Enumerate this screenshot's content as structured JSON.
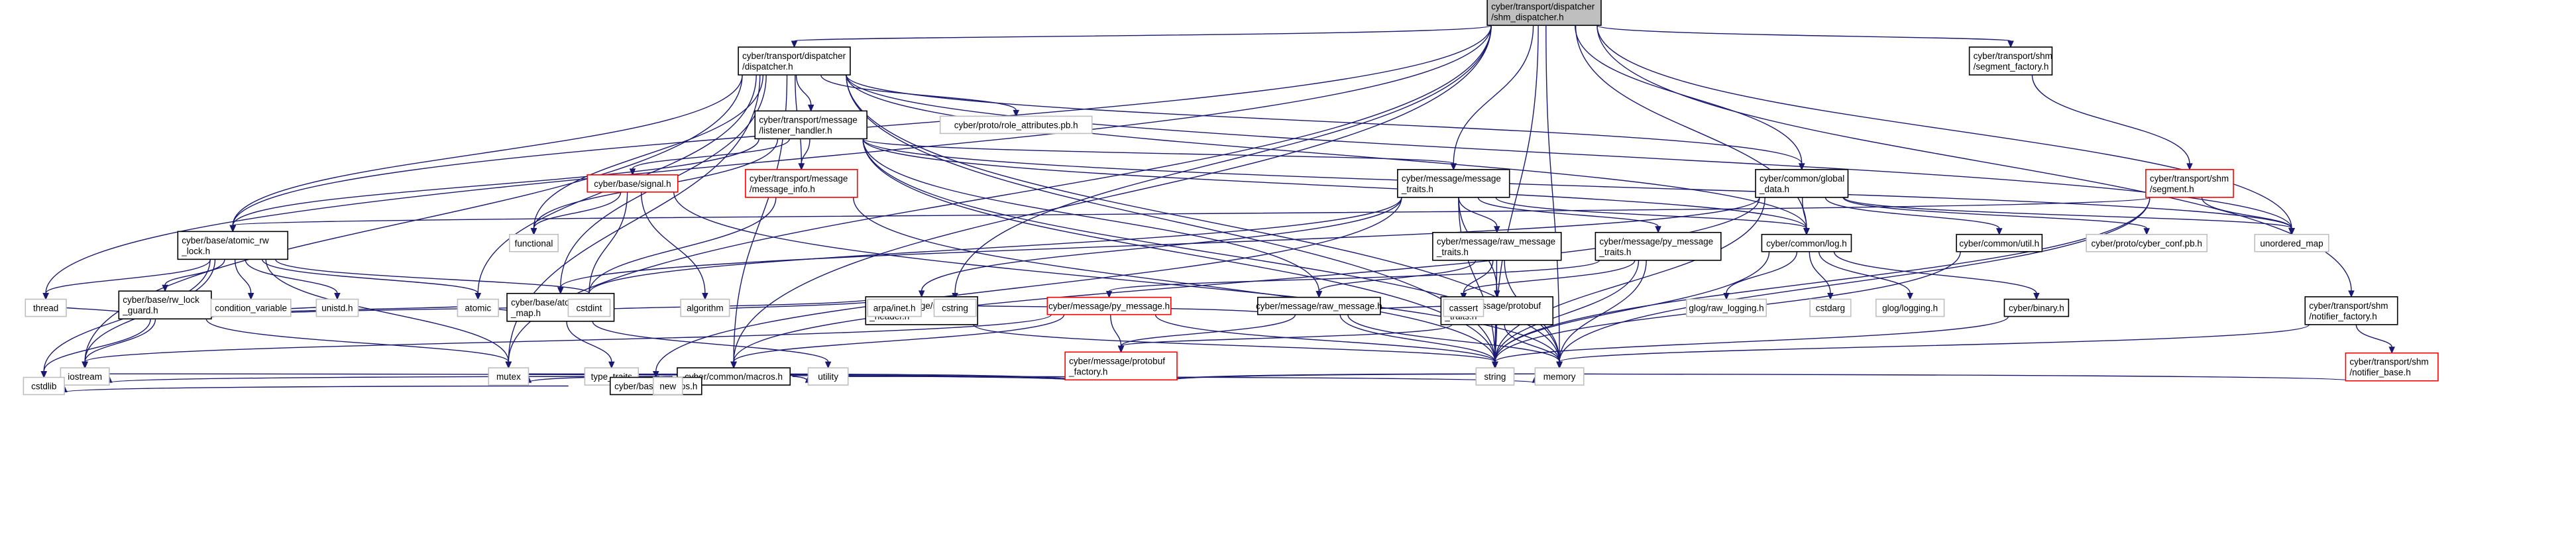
{
  "colors": {
    "edge": "#191970",
    "node_border_default": "#000000",
    "node_border_incomplete": "#ff0000",
    "root_fill": "#bfbfbf",
    "node_fill": "#ffffff",
    "leaf_border": "#bfbfbf"
  },
  "nodes": [
    {
      "id": "root",
      "lines": [
        "cyber/transport/dispatcher",
        "/shm_dispatcher.h"
      ],
      "style": "root"
    },
    {
      "id": "dispatcher",
      "lines": [
        "cyber/transport/dispatcher",
        "/dispatcher.h"
      ],
      "style": "box"
    },
    {
      "id": "segment_factory",
      "lines": [
        "cyber/transport/shm",
        "/segment_factory.h"
      ],
      "style": "box"
    },
    {
      "id": "listener_handler",
      "lines": [
        "cyber/transport/message",
        "/listener_handler.h"
      ],
      "style": "box"
    },
    {
      "id": "role_attributes",
      "lines": [
        "cyber/proto/role_attributes.pb.h"
      ],
      "style": "leaf"
    },
    {
      "id": "signal",
      "lines": [
        "cyber/base/signal.h"
      ],
      "style": "red"
    },
    {
      "id": "message_info",
      "lines": [
        "cyber/transport/message",
        "/message_info.h"
      ],
      "style": "red"
    },
    {
      "id": "message_traits",
      "lines": [
        "cyber/message/message",
        "_traits.h"
      ],
      "style": "box"
    },
    {
      "id": "global_data",
      "lines": [
        "cyber/common/global",
        "_data.h"
      ],
      "style": "box"
    },
    {
      "id": "segment",
      "lines": [
        "cyber/transport/shm",
        "/segment.h"
      ],
      "style": "red"
    },
    {
      "id": "atomic_rw_lock",
      "lines": [
        "cyber/base/atomic_rw",
        "_lock.h"
      ],
      "style": "box"
    },
    {
      "id": "functional",
      "lines": [
        "functional"
      ],
      "style": "leaf"
    },
    {
      "id": "raw_message_traits",
      "lines": [
        "cyber/message/raw_message",
        "_traits.h"
      ],
      "style": "box"
    },
    {
      "id": "py_message_traits",
      "lines": [
        "cyber/message/py_message",
        "_traits.h"
      ],
      "style": "box"
    },
    {
      "id": "log",
      "lines": [
        "cyber/common/log.h"
      ],
      "style": "box"
    },
    {
      "id": "util",
      "lines": [
        "cyber/common/util.h"
      ],
      "style": "box"
    },
    {
      "id": "cyber_conf",
      "lines": [
        "cyber/proto/cyber_conf.pb.h"
      ],
      "style": "leaf"
    },
    {
      "id": "unordered_map",
      "lines": [
        "unordered_map"
      ],
      "style": "leaf"
    },
    {
      "id": "rw_lock_guard",
      "lines": [
        "cyber/base/rw_lock",
        "_guard.h"
      ],
      "style": "box"
    },
    {
      "id": "atomic_hash_map",
      "lines": [
        "cyber/base/atomic_hash",
        "_map.h"
      ],
      "style": "box"
    },
    {
      "id": "message_header",
      "lines": [
        "cyber/message/message",
        "_header.h"
      ],
      "style": "box"
    },
    {
      "id": "py_message",
      "lines": [
        "cyber/message/py_message.h"
      ],
      "style": "red"
    },
    {
      "id": "raw_message",
      "lines": [
        "cyber/message/raw_message.h"
      ],
      "style": "box"
    },
    {
      "id": "protobuf_traits",
      "lines": [
        "cyber/message/protobuf",
        "_traits.h"
      ],
      "style": "box"
    },
    {
      "id": "glog_raw_logging",
      "lines": [
        "glog/raw_logging.h"
      ],
      "style": "leaf"
    },
    {
      "id": "cstdarg",
      "lines": [
        "cstdarg"
      ],
      "style": "leaf"
    },
    {
      "id": "glog_logging",
      "lines": [
        "glog/logging.h"
      ],
      "style": "leaf"
    },
    {
      "id": "binary",
      "lines": [
        "cyber/binary.h"
      ],
      "style": "box"
    },
    {
      "id": "notifier_factory",
      "lines": [
        "cyber/transport/shm",
        "/notifier_factory.h"
      ],
      "style": "box"
    },
    {
      "id": "thread",
      "lines": [
        "thread"
      ],
      "style": "leaf"
    },
    {
      "id": "condition_variable",
      "lines": [
        "condition_variable"
      ],
      "style": "leaf"
    },
    {
      "id": "unistd",
      "lines": [
        "unistd.h"
      ],
      "style": "leaf"
    },
    {
      "id": "atomic",
      "lines": [
        "atomic"
      ],
      "style": "leaf"
    },
    {
      "id": "cstdint",
      "lines": [
        "cstdint"
      ],
      "style": "leaf"
    },
    {
      "id": "algorithm",
      "lines": [
        "algorithm"
      ],
      "style": "leaf"
    },
    {
      "id": "arpa_inet",
      "lines": [
        "arpa/inet.h"
      ],
      "style": "leaf"
    },
    {
      "id": "cstring",
      "lines": [
        "cstring"
      ],
      "style": "leaf"
    },
    {
      "id": "protobuf_factory",
      "lines": [
        "cyber/message/protobuf",
        "_factory.h"
      ],
      "style": "red"
    },
    {
      "id": "casset",
      "lines": [
        "cassert"
      ],
      "style": "leaf"
    },
    {
      "id": "notifier_base",
      "lines": [
        "cyber/transport/shm",
        "/notifier_base.h"
      ],
      "style": "red"
    },
    {
      "id": "macros_common",
      "lines": [
        "cyber/common/macros.h"
      ],
      "style": "box"
    },
    {
      "id": "string",
      "lines": [
        "string"
      ],
      "style": "leaf"
    },
    {
      "id": "iostream",
      "lines": [
        "iostream"
      ],
      "style": "leaf"
    },
    {
      "id": "mutex",
      "lines": [
        "mutex"
      ],
      "style": "leaf"
    },
    {
      "id": "type_traits",
      "lines": [
        "type_traits"
      ],
      "style": "leaf"
    },
    {
      "id": "macros_base",
      "lines": [
        "cyber/base/macros.h"
      ],
      "style": "box"
    },
    {
      "id": "utility",
      "lines": [
        "utility"
      ],
      "style": "leaf"
    },
    {
      "id": "memory",
      "lines": [
        "memory"
      ],
      "style": "leaf"
    },
    {
      "id": "cstdlib",
      "lines": [
        "cstdlib"
      ],
      "style": "leaf"
    },
    {
      "id": "new",
      "lines": [
        "new"
      ],
      "style": "leaf"
    }
  ],
  "edges": [
    [
      "root",
      "dispatcher"
    ],
    [
      "root",
      "segment_factory"
    ],
    [
      "root",
      "notifier_factory"
    ],
    [
      "root",
      "message_traits"
    ],
    [
      "root",
      "global_data"
    ],
    [
      "root",
      "atomic_rw_lock"
    ],
    [
      "root",
      "log"
    ],
    [
      "root",
      "unordered_map"
    ],
    [
      "root",
      "thread"
    ],
    [
      "root",
      "cstring"
    ],
    [
      "root",
      "string"
    ],
    [
      "root",
      "mutex"
    ],
    [
      "root",
      "memory"
    ],
    [
      "root",
      "macros_common"
    ],
    [
      "dispatcher",
      "listener_handler"
    ],
    [
      "dispatcher",
      "role_attributes"
    ],
    [
      "dispatcher",
      "message_info"
    ],
    [
      "dispatcher",
      "global_data"
    ],
    [
      "dispatcher",
      "atomic_rw_lock"
    ],
    [
      "dispatcher",
      "atomic_hash_map"
    ],
    [
      "dispatcher",
      "functional"
    ],
    [
      "dispatcher",
      "log"
    ],
    [
      "dispatcher",
      "unordered_map"
    ],
    [
      "dispatcher",
      "atomic"
    ],
    [
      "dispatcher",
      "mutex"
    ],
    [
      "dispatcher",
      "memory"
    ],
    [
      "dispatcher",
      "string"
    ],
    [
      "dispatcher",
      "iostream"
    ],
    [
      "dispatcher",
      "macros_common"
    ],
    [
      "segment_factory",
      "segment"
    ],
    [
      "listener_handler",
      "signal"
    ],
    [
      "listener_handler",
      "message_info"
    ],
    [
      "listener_handler",
      "message_traits"
    ],
    [
      "listener_handler",
      "atomic_rw_lock"
    ],
    [
      "listener_handler",
      "raw_message"
    ],
    [
      "listener_handler",
      "functional"
    ],
    [
      "listener_handler",
      "log"
    ],
    [
      "listener_handler",
      "unordered_map"
    ],
    [
      "listener_handler",
      "memory"
    ],
    [
      "listener_handler",
      "string"
    ],
    [
      "signal",
      "functional"
    ],
    [
      "signal",
      "cstdint"
    ],
    [
      "signal",
      "memory"
    ],
    [
      "signal",
      "algorithm"
    ],
    [
      "message_info",
      "cstdint"
    ],
    [
      "message_info",
      "string"
    ],
    [
      "message_traits",
      "message_header"
    ],
    [
      "message_traits",
      "raw_message_traits"
    ],
    [
      "message_traits",
      "py_message_traits"
    ],
    [
      "message_traits",
      "protobuf_traits"
    ],
    [
      "message_traits",
      "log"
    ],
    [
      "message_traits",
      "string"
    ],
    [
      "message_traits",
      "macros_base"
    ],
    [
      "message_traits",
      "cstdint"
    ],
    [
      "global_data",
      "atomic_hash_map"
    ],
    [
      "global_data",
      "log"
    ],
    [
      "global_data",
      "util"
    ],
    [
      "global_data",
      "cyber_conf"
    ],
    [
      "global_data",
      "unordered_map"
    ],
    [
      "global_data",
      "string"
    ],
    [
      "global_data",
      "macros_common"
    ],
    [
      "segment",
      "atomic_rw_lock"
    ],
    [
      "segment",
      "unordered_map"
    ],
    [
      "segment",
      "memory"
    ],
    [
      "segment",
      "string"
    ],
    [
      "atomic_rw_lock",
      "rw_lock_guard"
    ],
    [
      "atomic_rw_lock",
      "thread"
    ],
    [
      "atomic_rw_lock",
      "condition_variable"
    ],
    [
      "atomic_rw_lock",
      "unistd"
    ],
    [
      "atomic_rw_lock",
      "atomic"
    ],
    [
      "atomic_rw_lock",
      "cstdint"
    ],
    [
      "atomic_rw_lock",
      "cstdlib"
    ],
    [
      "atomic_rw_lock",
      "iostream"
    ],
    [
      "atomic_rw_lock",
      "mutex"
    ],
    [
      "rw_lock_guard",
      "thread"
    ],
    [
      "rw_lock_guard",
      "condition_variable"
    ],
    [
      "rw_lock_guard",
      "unistd"
    ],
    [
      "rw_lock_guard",
      "atomic"
    ],
    [
      "rw_lock_guard",
      "cstdint"
    ],
    [
      "rw_lock_guard",
      "cstdlib"
    ],
    [
      "rw_lock_guard",
      "iostream"
    ],
    [
      "rw_lock_guard",
      "mutex"
    ],
    [
      "atomic_hash_map",
      "atomic"
    ],
    [
      "atomic_hash_map",
      "cstdint"
    ],
    [
      "atomic_hash_map",
      "type_traits"
    ],
    [
      "atomic_hash_map",
      "utility"
    ],
    [
      "raw_message_traits",
      "raw_message"
    ],
    [
      "raw_message_traits",
      "casset"
    ],
    [
      "raw_message_traits",
      "string"
    ],
    [
      "raw_message_traits",
      "memory"
    ],
    [
      "py_message_traits",
      "py_message"
    ],
    [
      "py_message_traits",
      "casset"
    ],
    [
      "py_message_traits",
      "string"
    ],
    [
      "py_message_traits",
      "memory"
    ],
    [
      "log",
      "glog_raw_logging"
    ],
    [
      "log",
      "cstdarg"
    ],
    [
      "log",
      "glog_logging"
    ],
    [
      "log",
      "binary"
    ],
    [
      "log",
      "string"
    ],
    [
      "util",
      "string"
    ],
    [
      "message_header",
      "algorithm"
    ],
    [
      "message_header",
      "arpa_inet"
    ],
    [
      "message_header",
      "cstring"
    ],
    [
      "message_header",
      "cstdint"
    ],
    [
      "message_header",
      "string"
    ],
    [
      "py_message",
      "protobuf_factory"
    ],
    [
      "py_message",
      "iostream"
    ],
    [
      "py_message",
      "string"
    ],
    [
      "py_message",
      "macros_common"
    ],
    [
      "raw_message",
      "protobuf_factory"
    ],
    [
      "raw_message",
      "casset"
    ],
    [
      "raw_message",
      "cstring"
    ],
    [
      "raw_message",
      "memory"
    ],
    [
      "raw_message",
      "string"
    ],
    [
      "protobuf_traits",
      "protobuf_factory"
    ],
    [
      "protobuf_traits",
      "casset"
    ],
    [
      "protobuf_traits",
      "string"
    ],
    [
      "protobuf_traits",
      "memory"
    ],
    [
      "protobuf_factory",
      "iostream"
    ],
    [
      "protobuf_factory",
      "memory"
    ],
    [
      "protobuf_factory",
      "mutex"
    ],
    [
      "protobuf_factory",
      "string"
    ],
    [
      "protobuf_factory",
      "macros_common"
    ],
    [
      "binary",
      "string"
    ],
    [
      "notifier_factory",
      "notifier_base"
    ],
    [
      "notifier_factory",
      "memory"
    ],
    [
      "notifier_base",
      "memory"
    ],
    [
      "macros_common",
      "iostream"
    ],
    [
      "macros_common",
      "memory"
    ],
    [
      "macros_common",
      "mutex"
    ],
    [
      "macros_common",
      "type_traits"
    ],
    [
      "macros_common",
      "utility"
    ],
    [
      "macros_common",
      "macros_base"
    ],
    [
      "macros_base",
      "cstdlib"
    ],
    [
      "macros_base",
      "new"
    ]
  ]
}
